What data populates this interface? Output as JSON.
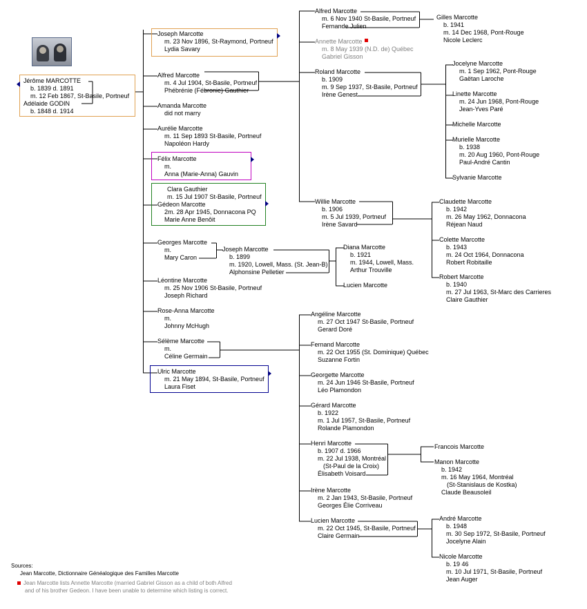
{
  "root": {
    "name": "Jérôme MARCOTTE",
    "birth": "b. 1839  d. 1891",
    "marriage": "m. 12 Feb 1867, St-Basile, Portneuf",
    "spouse": "Adélaide GODIN",
    "spouse_dates": "b. 1848  d. 1914"
  },
  "children": {
    "joseph": [
      "Joseph Marcotte",
      "m. 23 Nov 1896, St-Raymond, Portneuf",
      "Lydia Savary"
    ],
    "alfred": [
      "Alfred Marcotte",
      "m. 4 Jul 1904, St-Basile, Portneuf",
      "Phébrénie (Fébronie) Gauthier"
    ],
    "amanda": [
      "Amanda Marcotte",
      "did not marry"
    ],
    "aurelie": [
      "Aurélie Marcotte",
      "m. 11 Sep 1893 St-Basile, Portneuf",
      "Napoléon Hardy"
    ],
    "felix": [
      "Félix Marcotte",
      "m.",
      "Anna (Marie-Anna) Gauvin"
    ],
    "gedeon": [
      "Clara Gauthier",
      "m. 15 Jul 1907 St-Basile, Portneuf",
      "Gédeon Marcotte",
      "2m. 28 Apr 1945, Donnacona PQ",
      "Marie Anne Benôit"
    ],
    "georges": [
      "Georges Marcotte",
      "m.",
      "Mary Caron"
    ],
    "leontine": [
      "Léontine Marcotte",
      "m. 25 Nov 1906 St-Basile, Portneuf",
      "Joseph Richard"
    ],
    "roseanna": [
      "Rose-Anna Marcotte",
      "m.",
      "Johnny McHugh"
    ],
    "seleme": [
      "Sélème Marcotte",
      "m.",
      "Céline Germain"
    ],
    "ulric": [
      "Ulric Marcotte",
      "m. 21 May 1894, St-Basile, Portneuf",
      "Laura Fiset"
    ]
  },
  "alfred_children": {
    "alfred": [
      "Alfred Marcotte",
      "m. 6 Nov 1940 St-Basile, Portneuf",
      "Fernande Julien"
    ],
    "annette": [
      "Annette Marcotte",
      "m. 8 May 1939 (N.D. de) Québec",
      "Gabriel Gisson"
    ],
    "roland": [
      "Roland Marcotte",
      "b. 1909",
      "m.  9 Sep 1937, St-Basile, Portneuf",
      "Irène Genest"
    ],
    "willie": [
      "Willie Marcotte",
      "b. 1906",
      "m.  5 Jul 1939, Portneuf",
      "Irène Savard"
    ]
  },
  "gilles": [
    "Gilles Marcotte",
    "b. 1941",
    "m. 14 Dec 1968, Pont-Rouge",
    "Nicole Leclerc"
  ],
  "roland_children": {
    "jocelyne": [
      "Jocelyne Marcotte",
      "m. 1 Sep 1962, Pont-Rouge",
      "Gaëtan Laroche"
    ],
    "linette": [
      "Linette Marcotte",
      "m.  24 Jun 1968, Pont-Rouge",
      "Jean-Yves Paré"
    ],
    "michelle": [
      "Michelle Marcotte"
    ],
    "murielle": [
      "Murielle Marcotte",
      "b. 1938",
      "m. 20 Aug 1960, Pont-Rouge",
      "Paul-André Cantin"
    ],
    "sylvanie": [
      "Sylvanie Marcotte"
    ]
  },
  "willie_children": {
    "claudette": [
      "Claudette Marcotte",
      "b. 1942",
      "m. 26 May 1962, Donnacona",
      "Réjean Naud"
    ],
    "colette": [
      "Colette Marcotte",
      "b. 1943",
      "m. 24 Oct 1964, Donnacona",
      "Robert Robitaille"
    ],
    "robert": [
      "Robert Marcotte",
      "b. 1940",
      "m. 27 Jul 1963, St-Marc des Carrieres",
      "Claire Gauthier"
    ]
  },
  "joseph_georges": [
    "Joseph Marcotte",
    "b. 1899",
    "m.  1920, Lowell, Mass. (St. Jean-B)",
    "Alphonsine Pelletier"
  ],
  "joseph_children": {
    "diana": [
      "Diana Marcotte",
      "b. 1921",
      "m. 1944, Lowell, Mass.",
      "Arthur Trouville"
    ],
    "lucien": [
      "Lucien Marcotte"
    ]
  },
  "seleme_children": {
    "angeline": [
      "Angéline Marcotte",
      "m. 27 Oct 1947 St-Basile, Portneuf",
      "Gerard Doré"
    ],
    "fernand": [
      "Fernand Marcotte",
      "m. 22 Oct 1955  (St. Dominique) Québec",
      "Suzanne Fortin"
    ],
    "georgette": [
      "Georgette Marcotte",
      "m. 24 Jun 1946 St-Basile, Portneuf",
      "Léo Plamondon"
    ],
    "gerard": [
      "Gérard Marcotte",
      "b. 1922",
      "m. 1 Jul 1957, St-Basile, Portneuf",
      "Rolande Plamondon"
    ],
    "henri": [
      "Henri Marcotte",
      "b. 1907  d. 1966",
      "m. 22 Jul 1938, Montréal",
      "(St-Paul de la Croix)",
      "Élisabeth Voisard"
    ],
    "irene": [
      "Irène Marcotte",
      "m. 2 Jan 1943, St-Basile, Portneuf",
      "Georges Élie Corriveau"
    ],
    "lucien": [
      "Lucien Marcotte",
      "m. 22 Oct 1945, St-Basile, Portneuf",
      "Claire Germain"
    ]
  },
  "henri_children": {
    "francois": [
      "Francois Marcotte"
    ],
    "manon": [
      "Manon Marcotte",
      "b. 1942",
      "m. 16 May 1964, Montréal",
      "(St-Stanislaus de Kostka)",
      "Claude Beausoleil"
    ]
  },
  "lucien_children": {
    "andre": [
      "André Marcotte",
      "b. 1948",
      "m. 30 Sep 1972, St-Basile, Portneuf",
      "Jocelyne Alain"
    ],
    "nicole": [
      "Nicole Marcotte",
      "b. 19 46",
      "m. 10 Jul 1971, St-Basile, Portneuf",
      "Jean Auger"
    ]
  },
  "sources": {
    "label": "Sources:",
    "text": "Jean Marcotte, Dictionnaire Généalogique des Familles Marcotte"
  },
  "footnote": {
    "line1": "Jean Marcotte lists Annette Marcotte (married Gabriel Gisson as a child of both Alfred",
    "line2": "and of his brother Gedeon.  I have been unable to determine which listing is correct."
  },
  "colors": {
    "line": "#000000",
    "orange_box": "#e0a050",
    "magenta_box": "#c000c0",
    "green_box": "#208020",
    "blue_box": "#000090",
    "marker": "#000080",
    "note": "#e00000",
    "gray_text": "#808080"
  }
}
